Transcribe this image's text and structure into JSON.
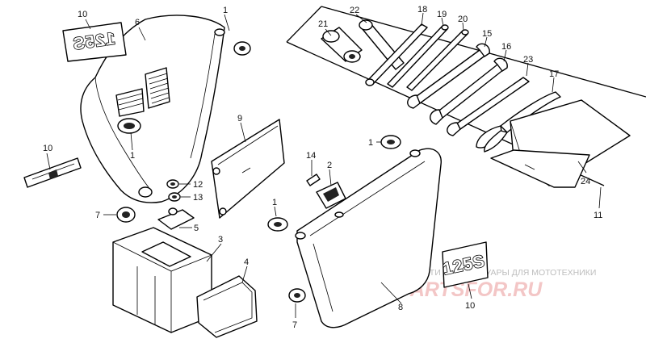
{
  "diagram": {
    "callouts": [
      {
        "id": "c10a",
        "text": "10"
      },
      {
        "id": "c6",
        "text": "6"
      },
      {
        "id": "c1a",
        "text": "1"
      },
      {
        "id": "c1b",
        "text": "1"
      },
      {
        "id": "c10b",
        "text": "10"
      },
      {
        "id": "c7a",
        "text": "7"
      },
      {
        "id": "c9",
        "text": "9"
      },
      {
        "id": "c12",
        "text": "12"
      },
      {
        "id": "c13",
        "text": "13"
      },
      {
        "id": "c5",
        "text": "5"
      },
      {
        "id": "c3",
        "text": "3"
      },
      {
        "id": "c4",
        "text": "4"
      },
      {
        "id": "c14",
        "text": "14"
      },
      {
        "id": "c2",
        "text": "2"
      },
      {
        "id": "c1c",
        "text": "1"
      },
      {
        "id": "c1d",
        "text": "1"
      },
      {
        "id": "c7b",
        "text": "7"
      },
      {
        "id": "c8",
        "text": "8"
      },
      {
        "id": "c10c",
        "text": "10"
      },
      {
        "id": "c21",
        "text": "21"
      },
      {
        "id": "c22",
        "text": "22"
      },
      {
        "id": "c18",
        "text": "18"
      },
      {
        "id": "c19",
        "text": "19"
      },
      {
        "id": "c20",
        "text": "20"
      },
      {
        "id": "c15",
        "text": "15"
      },
      {
        "id": "c16",
        "text": "16"
      },
      {
        "id": "c23",
        "text": "23"
      },
      {
        "id": "c17",
        "text": "17"
      },
      {
        "id": "c24",
        "text": "24"
      },
      {
        "id": "c11",
        "text": "11"
      }
    ],
    "emblems": {
      "left_mirrored": "125S",
      "right": "125S"
    }
  },
  "watermark": {
    "caption": "ЗАПЧАСТИ И АКСЕССУАРЫ ДЛЯ МОТОТЕХНИКИ",
    "brand": "PARTSFOR.RU"
  }
}
